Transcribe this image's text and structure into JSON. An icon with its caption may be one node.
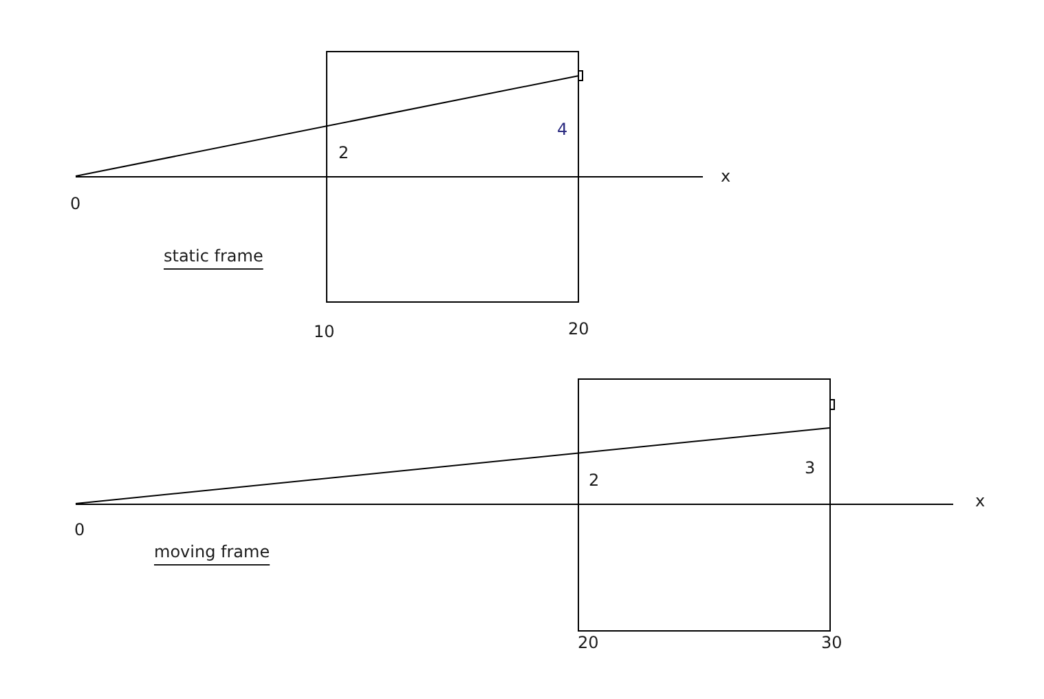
{
  "diagram": {
    "labels": [
      "4",
      "2",
      "x",
      "0",
      "static frame",
      "10",
      "20",
      "3",
      "2",
      "x",
      "0",
      "moving frame",
      "20",
      "30"
    ]
  }
}
